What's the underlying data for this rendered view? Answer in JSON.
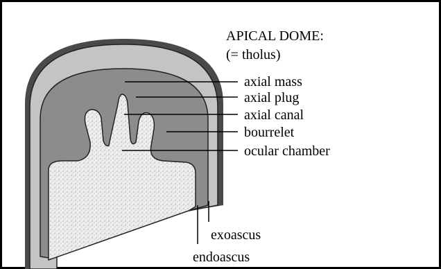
{
  "title": "APICAL DOME:",
  "subtitle": "(= tholus)",
  "labels": {
    "axial_mass": "axial mass",
    "axial_plug": "axial plug",
    "axial_canal": "axial canal",
    "bourrelet": "bourrelet",
    "ocular_chamber": "ocular chamber",
    "exoascus": "exoascus",
    "endoascus": "endoascus"
  },
  "colors": {
    "frame": "#000000",
    "outer_wall": "#4a4a4a",
    "exoascus_layer": "#c4c4c4",
    "endoascus_layer": "#8c8c8c",
    "cytoplasm": "#e6e6e6"
  }
}
